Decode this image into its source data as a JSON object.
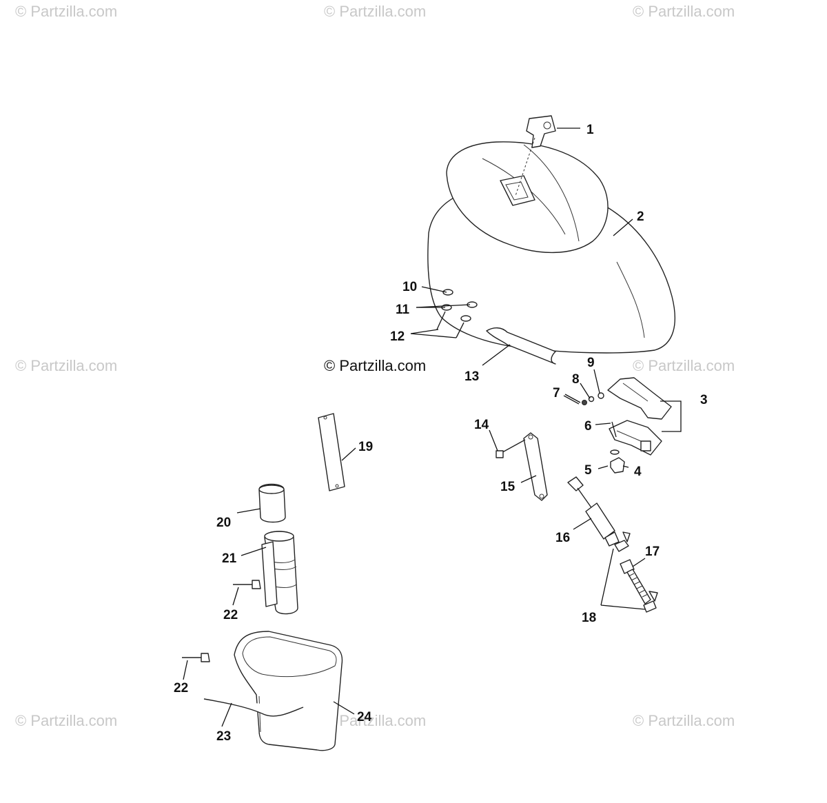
{
  "watermarks": {
    "top_left": "© Partzilla.com",
    "top_center": "© Partzilla.com",
    "top_right": "© Partzilla.com",
    "mid_left": "© Partzilla.com",
    "mid_right": "© Partzilla.com",
    "bottom_left": "© Partzilla.com",
    "bottom_center": "© Partzilla.com",
    "bottom_right": "© Partzilla.com"
  },
  "credit": "© Partzilla.com",
  "callouts": {
    "p1": "1",
    "p2": "2",
    "p3": "3",
    "p4": "4",
    "p5": "5",
    "p6": "6",
    "p7": "7",
    "p8": "8",
    "p9": "9",
    "p10": "10",
    "p11": "11",
    "p12": "12",
    "p13": "13",
    "p14": "14",
    "p15": "15",
    "p16": "16",
    "p17": "17",
    "p18": "18",
    "p19": "19",
    "p20": "20",
    "p21": "21",
    "p22a": "22",
    "p22b": "22",
    "p23": "23",
    "p24": "24"
  },
  "colors": {
    "line": "#222222",
    "watermark": "#c8c8c8",
    "background": "#ffffff"
  }
}
